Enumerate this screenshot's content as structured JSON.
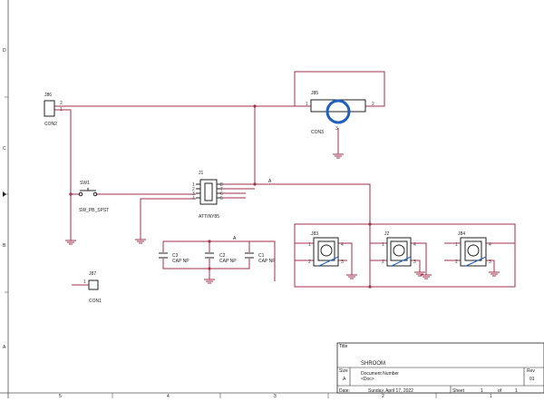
{
  "border": {
    "rows": [
      "D",
      "C",
      "B",
      "A"
    ],
    "cols": [
      "5",
      "4",
      "3",
      "2",
      "1"
    ]
  },
  "components": {
    "j86": {
      "ref": "J86",
      "value": "CON2",
      "pins": [
        "2",
        "1"
      ]
    },
    "j85": {
      "ref": "J85",
      "value": "CON3",
      "pins": [
        "1",
        "2",
        "3"
      ]
    },
    "sw1": {
      "ref": "SW1",
      "value": "SW_PB_SPST"
    },
    "j1": {
      "ref": "J1",
      "value": "ATTINY85",
      "pins_left": [
        "1",
        "2",
        "3",
        "4"
      ],
      "pins_right": [
        "8",
        "7",
        "6",
        "5"
      ]
    },
    "c3": {
      "ref": "C3",
      "value": "CAP NP"
    },
    "c2": {
      "ref": "C2",
      "value": "CAP NP"
    },
    "c1": {
      "ref": "C1",
      "value": "CAP NP"
    },
    "j83": {
      "ref": "J83",
      "pins": [
        "1",
        "2",
        "3",
        "4"
      ]
    },
    "j2": {
      "ref": "J2",
      "pins": [
        "1",
        "2",
        "3",
        "4"
      ]
    },
    "j84": {
      "ref": "J84",
      "pins": [
        "1",
        "2",
        "3",
        "4"
      ]
    },
    "j87": {
      "ref": "J87",
      "value": "CON1",
      "pin": "1"
    }
  },
  "net_labels": [
    "A",
    "A"
  ],
  "title_block": {
    "title_label": "Title",
    "title": "SHROOM",
    "size_label": "Size",
    "size": "A",
    "docnum_label": "Document Number",
    "docnum": "<Doc>",
    "rev_label": "Rev",
    "rev": "01",
    "date_label": "Date:",
    "date": "Sunday, April 17, 2022",
    "sheet_label": "Sheet",
    "sheet": "1",
    "of_label": "of",
    "of": "1"
  },
  "colors": {
    "wire": "#a0324a",
    "symbol": "#222222",
    "accent": "#1f5fbf"
  }
}
